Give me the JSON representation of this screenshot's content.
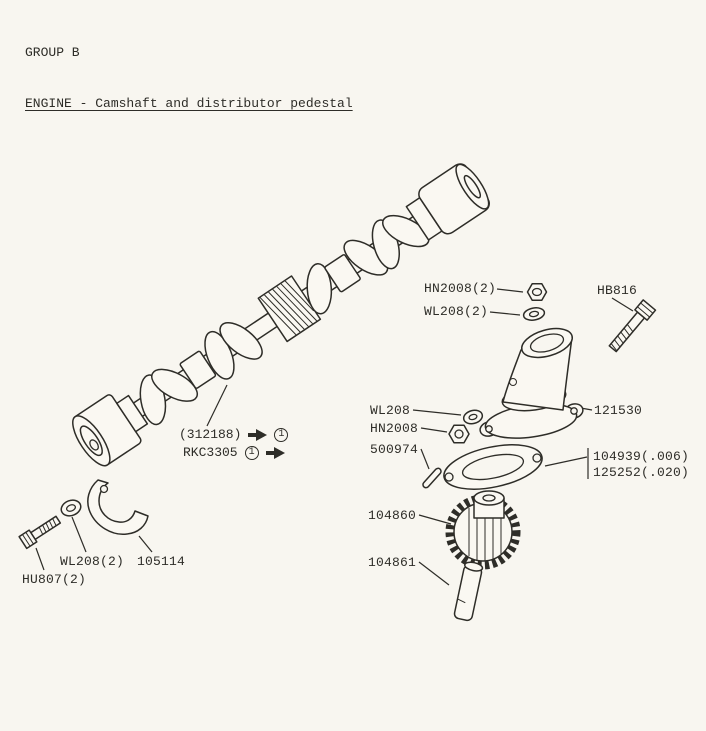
{
  "colors": {
    "paper": "#f8f6f0",
    "ink": "#2e2d28"
  },
  "header": {
    "group": "GROUP B",
    "title": "ENGINE - Camshaft and distributor pedestal"
  },
  "callouts": {
    "hn2008_top": "HN2008(2)",
    "wl208_top": "WL208(2)",
    "hb816": "HB816",
    "pedestal": "121530",
    "wl208_mid": "WL208",
    "hn2008_mid": "HN2008",
    "pin": "500974",
    "camshaft_alt": "(312188)",
    "camshaft": "RKC3305",
    "gasket_006": "104939(.006)",
    "gasket_020": "125252(.020)",
    "gear": "104860",
    "shaft": "104861",
    "wl208_bottom": "WL208(2)",
    "bracket": "105114",
    "hu807": "HU807(2)"
  },
  "notes": {
    "number": "1"
  }
}
